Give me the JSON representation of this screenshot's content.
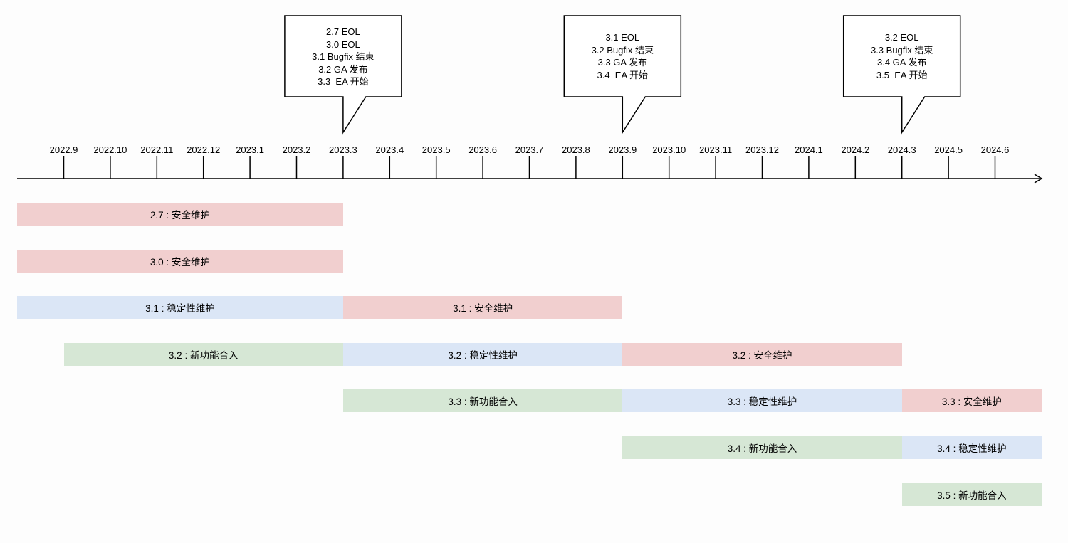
{
  "timeline": {
    "ticks": [
      "2022.9",
      "2022.10",
      "2022.11",
      "2022.12",
      "2023.1",
      "2023.2",
      "2023.3",
      "2023.4",
      "2023.5",
      "2023.6",
      "2023.7",
      "2023.8",
      "2023.9",
      "2023.10",
      "2023.11",
      "2023.12",
      "2024.1",
      "2024.2",
      "2024.3",
      "2024.5",
      "2024.6"
    ]
  },
  "callouts": [
    {
      "anchor_tick": 6,
      "lines": [
        "2.7 EOL",
        "3.0 EOL",
        "3.1 Bugfix 结束",
        "3.2 GA 发布",
        "3.3  EA 开始"
      ]
    },
    {
      "anchor_tick": 12,
      "lines": [
        "3.1 EOL",
        "3.2 Bugfix 结束",
        "3.3 GA 发布",
        "3.4  EA 开始"
      ]
    },
    {
      "anchor_tick": 18,
      "lines": [
        "3.2 EOL",
        "3.3 Bugfix 结束",
        "3.4 GA 发布",
        "3.5  EA 开始"
      ]
    }
  ],
  "phase_colors": {
    "security": "#f1cfcf",
    "stability": "#dbe6f6",
    "feature": "#d6e7d5"
  },
  "rows": [
    [
      {
        "label": "2.7 : 安全维护",
        "phase": "security",
        "start": -1,
        "end": 6
      }
    ],
    [
      {
        "label": "3.0 : 安全维护",
        "phase": "security",
        "start": -1,
        "end": 6
      }
    ],
    [
      {
        "label": "3.1 : 稳定性维护",
        "phase": "stability",
        "start": -1,
        "end": 6
      },
      {
        "label": "3.1 : 安全维护",
        "phase": "security",
        "start": 6,
        "end": 12
      }
    ],
    [
      {
        "label": "3.2 : 新功能合入",
        "phase": "feature",
        "start": 0,
        "end": 6
      },
      {
        "label": "3.2 : 稳定性维护",
        "phase": "stability",
        "start": 6,
        "end": 12
      },
      {
        "label": "3.2 : 安全维护",
        "phase": "security",
        "start": 12,
        "end": 18
      }
    ],
    [
      {
        "label": "3.3 : 新功能合入",
        "phase": "feature",
        "start": 6,
        "end": 12
      },
      {
        "label": "3.3 : 稳定性维护",
        "phase": "stability",
        "start": 12,
        "end": 18
      },
      {
        "label": "3.3 : 安全维护",
        "phase": "security",
        "start": 18,
        "end": 21
      }
    ],
    [
      {
        "label": "3.4 : 新功能合入",
        "phase": "feature",
        "start": 12,
        "end": 18
      },
      {
        "label": "3.4 : 稳定性维护",
        "phase": "stability",
        "start": 18,
        "end": 21
      }
    ],
    [
      {
        "label": "3.5 : 新功能合入",
        "phase": "feature",
        "start": 18,
        "end": 21
      }
    ]
  ]
}
